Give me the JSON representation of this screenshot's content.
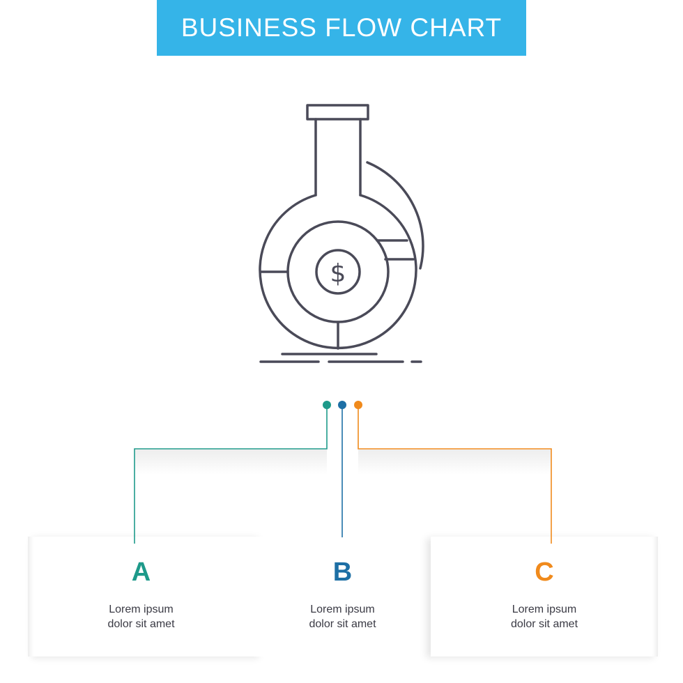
{
  "header": {
    "title": "BUSINESS FLOW CHART"
  },
  "icon": {
    "name": "flask-dollar-icon",
    "color": "#4a4a58"
  },
  "colors": {
    "banner": "#35b4e8",
    "a": "#1e9a8a",
    "b": "#1d6fa5",
    "c": "#f08a1c"
  },
  "steps": [
    {
      "letter": "A",
      "line1": "Lorem ipsum",
      "line2": "dolor sit amet"
    },
    {
      "letter": "B",
      "line1": "Lorem ipsum",
      "line2": "dolor sit amet"
    },
    {
      "letter": "C",
      "line1": "Lorem ipsum",
      "line2": "dolor sit amet"
    }
  ]
}
